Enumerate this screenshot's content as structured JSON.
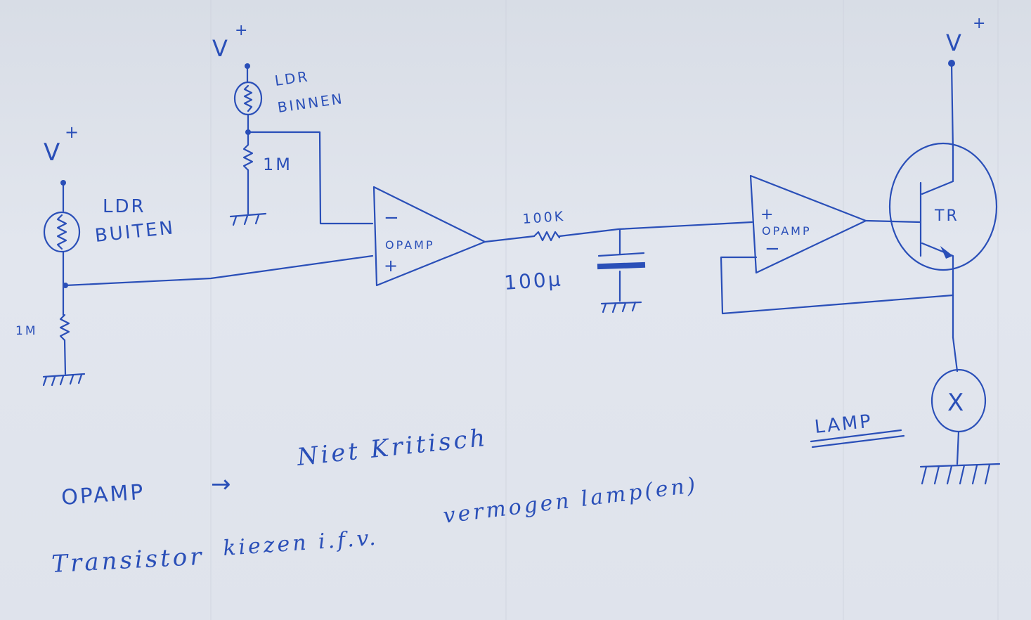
{
  "supply_label": "V",
  "supply_superscript": "+",
  "ldr_outside": {
    "line1": "LDR",
    "line2": "BUITEN"
  },
  "ldr_inside": {
    "line1": "LDR",
    "line2": "BINNEN"
  },
  "resistor_inside": "1M",
  "resistor_outside": "1M",
  "opamp1": {
    "label": "OPAMP",
    "minus": "−",
    "plus": "+"
  },
  "rc_resistor": "100K",
  "rc_capacitor": "100μ",
  "opamp2": {
    "label": "OPAMP",
    "plus": "+",
    "minus": "−"
  },
  "transistor": "TR",
  "lamp_symbol": "X",
  "lamp_label": "LAMP",
  "notes": {
    "line1_left": "OPAMP",
    "line1_arrow": "→",
    "line1_right": "Niet Kritisch",
    "line2_left": "Transistor",
    "line2_middle": "kiezen  i.f.v.",
    "line2_right": "vermogen  lamp(en)"
  },
  "colors": {
    "ink": "#2a4fb8",
    "paper": "#dfe3ec"
  }
}
